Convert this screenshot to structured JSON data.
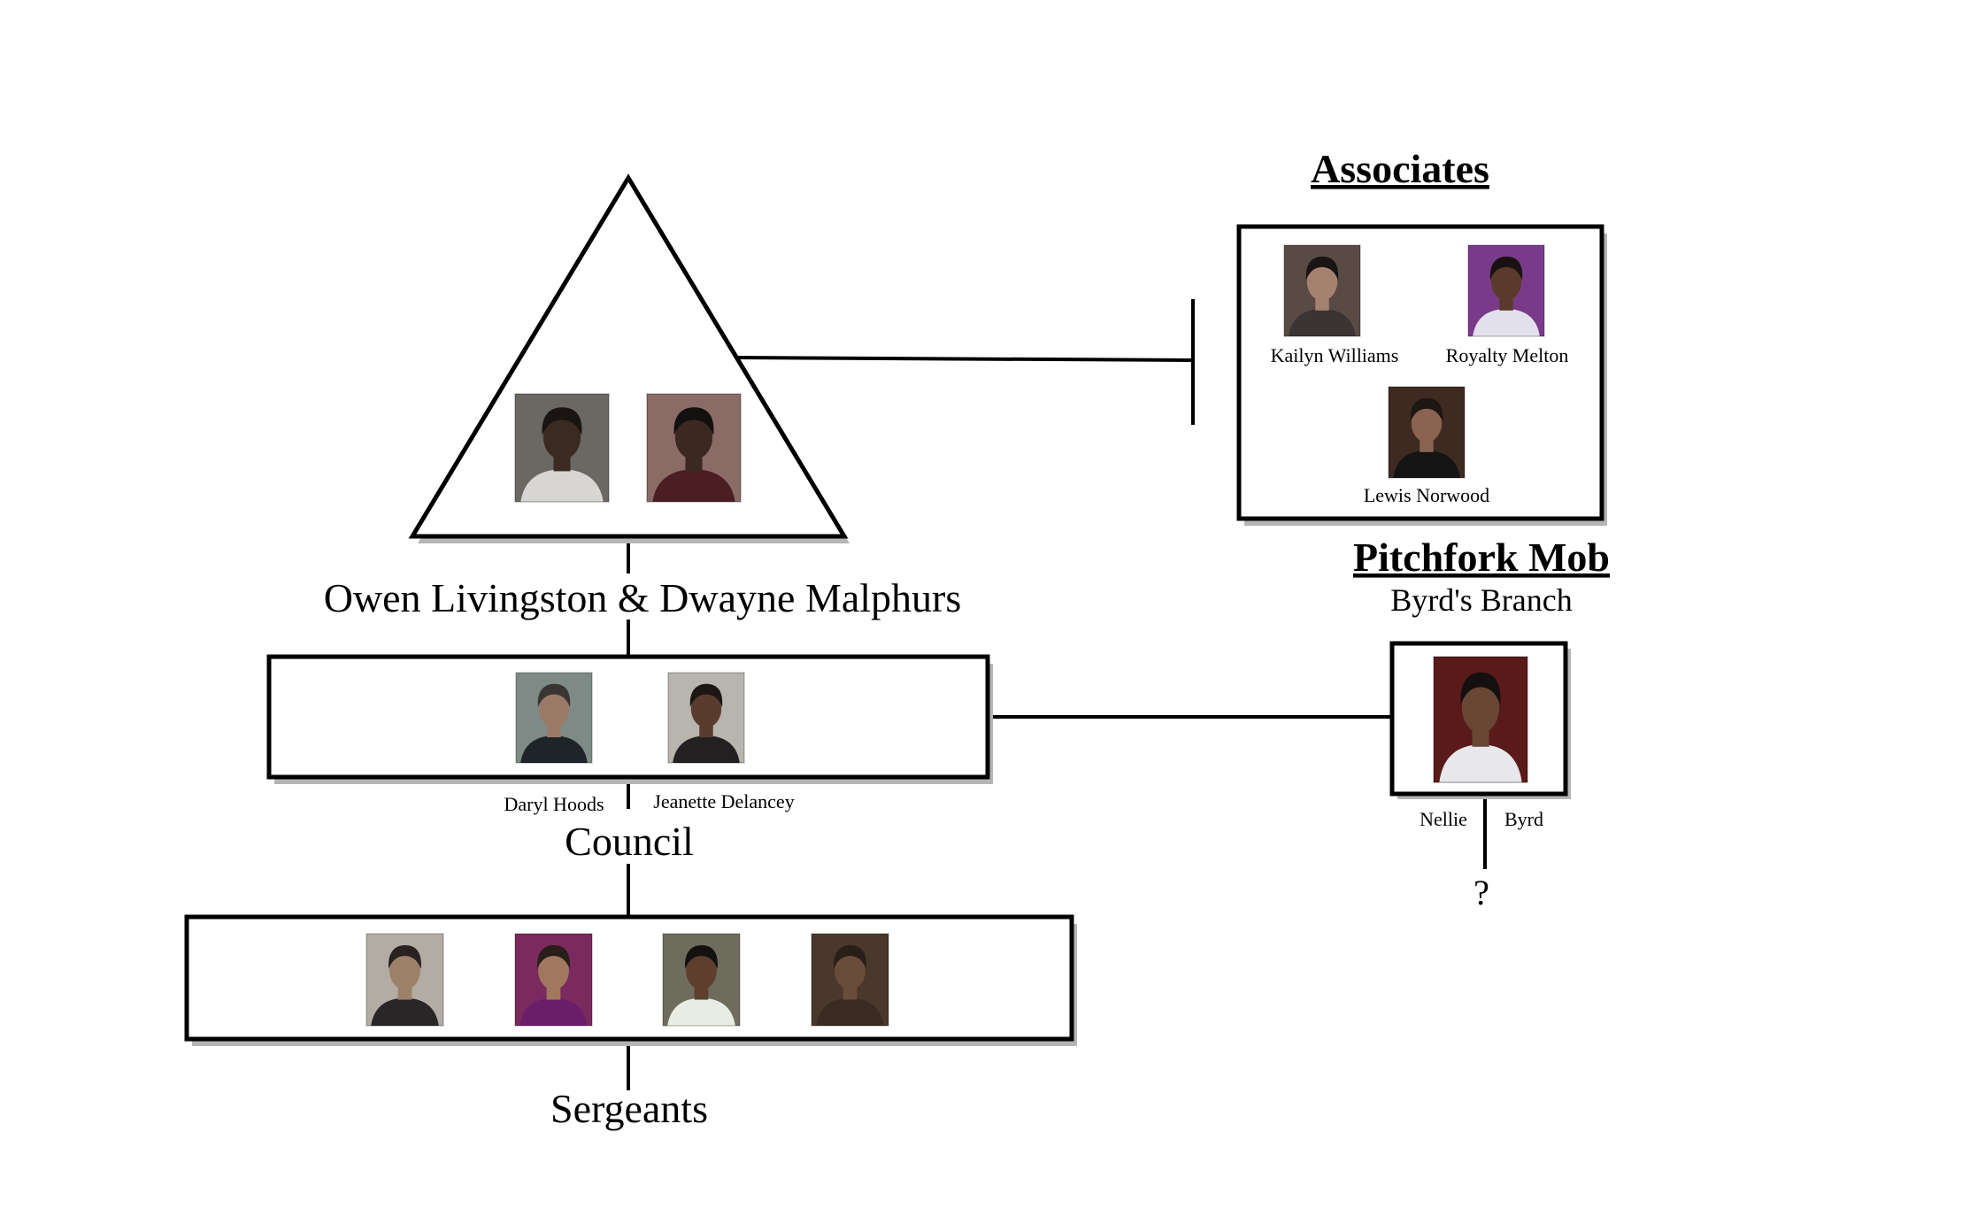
{
  "leaders": {
    "label": "Owen Livingston & Dwayne Malphurs",
    "portraits": [
      {
        "icon": "leader-portrait-1-icon",
        "palette": {
          "bg": "#6b6864",
          "skin": "#3a2a22",
          "hair": "#1a1412",
          "cloth": "#d8d6d2"
        }
      },
      {
        "icon": "leader-portrait-2-icon",
        "palette": {
          "bg": "#8a6b66",
          "skin": "#3b2820",
          "hair": "#141010",
          "cloth": "#4a1e22"
        }
      }
    ]
  },
  "council": {
    "label": "Council",
    "members": [
      {
        "name": "Daryl Hoods",
        "icon": "daryl-hoods-portrait-icon",
        "palette": {
          "bg": "#7d8a86",
          "skin": "#9a7a66",
          "hair": "#3a3432",
          "cloth": "#1f2428"
        }
      },
      {
        "name": "Jeanette Delancey",
        "icon": "jeanette-delancey-portrait-icon",
        "palette": {
          "bg": "#b8b4ae",
          "skin": "#5a3c2e",
          "hair": "#1c1614",
          "cloth": "#232022"
        }
      }
    ]
  },
  "sergeants": {
    "label": "Sergeants",
    "members": [
      {
        "icon": "sergeant-1-portrait-icon",
        "palette": {
          "bg": "#b2aca4",
          "skin": "#9c8068",
          "hair": "#2a2220",
          "cloth": "#2a2628"
        }
      },
      {
        "icon": "sergeant-2-portrait-icon",
        "palette": {
          "bg": "#7a2a5e",
          "skin": "#a07860",
          "hair": "#2a1e1a",
          "cloth": "#6a1e6a"
        }
      },
      {
        "icon": "sergeant-3-portrait-icon",
        "palette": {
          "bg": "#6e6c5c",
          "skin": "#5e3e2c",
          "hair": "#141210",
          "cloth": "#e8ece2"
        }
      },
      {
        "icon": "sergeant-4-portrait-icon",
        "palette": {
          "bg": "#4a382c",
          "skin": "#6a4c3a",
          "hair": "#2a1e18",
          "cloth": "#3a2a22"
        }
      }
    ]
  },
  "associates": {
    "heading": "Associates",
    "members": [
      {
        "name": "Kailyn Williams",
        "icon": "kailyn-williams-portrait-icon",
        "palette": {
          "bg": "#5a4a44",
          "skin": "#a58270",
          "hair": "#1a1414",
          "cloth": "#3a3434"
        }
      },
      {
        "name": "Royalty Melton",
        "icon": "royalty-melton-portrait-icon",
        "palette": {
          "bg": "#7a3a8a",
          "skin": "#5a3a2c",
          "hair": "#1a1212",
          "cloth": "#e2e0ec"
        }
      },
      {
        "name": "Lewis Norwood",
        "icon": "lewis-norwood-portrait-icon",
        "palette": {
          "bg": "#3e2a20",
          "skin": "#8a6450",
          "hair": "#1e1612",
          "cloth": "#141414"
        }
      }
    ]
  },
  "pitchfork": {
    "heading": "Pitchfork Mob",
    "subheading": "Byrd's Branch",
    "member_first": "Nellie",
    "member_last": "Byrd",
    "icon": "nellie-byrd-portrait-icon",
    "palette": {
      "bg": "#5a1a1a",
      "skin": "#6a4634",
      "hair": "#141010",
      "cloth": "#e8e8ec"
    },
    "successor": "?"
  },
  "colors": {
    "line": "#000000",
    "shadow": "#a8a8a8",
    "text": "#111111"
  }
}
